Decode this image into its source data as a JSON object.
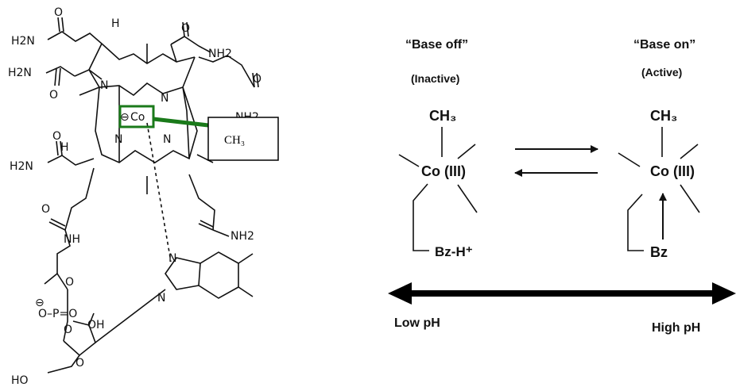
{
  "structure": {
    "labels": {
      "h2n_1": "H2N",
      "h2n_2": "H2N",
      "h2n_3": "H2N",
      "nh2_top": "NH2",
      "nh2_right": "NH2",
      "nh2_bottom": "NH2",
      "o1": "O",
      "o2": "O",
      "o3": "O",
      "o4": "O",
      "o5": "O",
      "o6": "O",
      "h_top": "H",
      "h_mid": "H",
      "n1": "N",
      "n2": "N",
      "n3": "N",
      "n4": "N",
      "co": "Co",
      "minus": "⊖",
      "nh": "NH",
      "o_ester": "O",
      "phosphate": "O–P=O",
      "p_o_top": "O",
      "p_o_bot": "O",
      "oh": "OH",
      "ho": "HO",
      "ring_o": "O",
      "bim_n1": "N",
      "bim_n2": "N"
    },
    "callout": {
      "label": "CH₃",
      "color": "#1a7a1a"
    }
  },
  "mechanism": {
    "left": {
      "title": "“Base off”",
      "subtitle": "(Inactive)",
      "top_group": "CH₃",
      "center": "Co (III)",
      "base": "Bz-H⁺"
    },
    "right": {
      "title": "“Base on”",
      "subtitle": "(Active)",
      "top_group": "CH₃",
      "center": "Co (III)",
      "base": "Bz"
    },
    "ph_axis": {
      "low": "Low pH",
      "high": "High pH"
    }
  }
}
